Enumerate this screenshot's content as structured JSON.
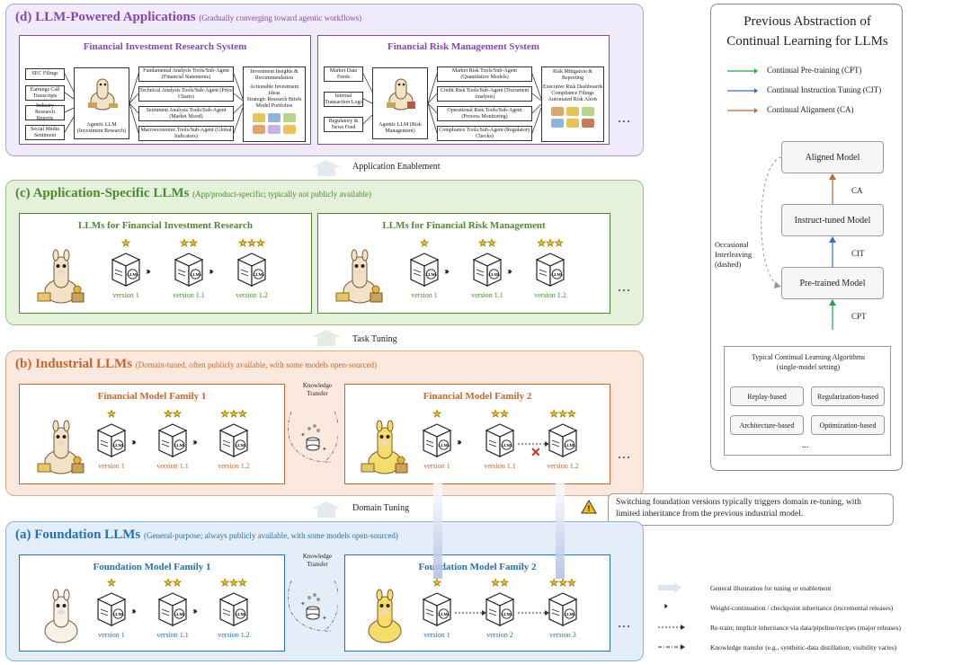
{
  "colors": {
    "purple": "#8a44b3",
    "green": "#4b8a2e",
    "orange": "#c8652d",
    "blue": "#2471b8",
    "cpt": "#22a84a",
    "cit": "#2a6fd1",
    "ca": "#c8652d"
  },
  "layer_d": {
    "title": "(d) LLM-Powered Applications",
    "subtitle": "(Gradually converging toward agentic workflows)",
    "invest": {
      "title": "Financial Investment Research System",
      "inputs": [
        "SEC Filings",
        "Earnings Call Transcripts",
        "Industry Research Reports",
        "Social Media Sentiment"
      ],
      "agent": "Agentic LLM (Investment Research)",
      "tools": [
        "Fundamental Analysis Tools/Sub-Agent (Financial Statements)",
        "Technical Analysis Tools/Sub-Agent (Price Charts)",
        "Sentiment Analysis Tools/Sub-Agent (Market Mood)",
        "Macroeconomic Tools/Sub-Agent (Global Indicators)"
      ],
      "output_title": "Investment Insights & Recommendation",
      "output_items": [
        "Actionable Investment Ideas",
        "Strategic Research Briefs",
        "Model Portfolios"
      ]
    },
    "risk": {
      "title": "Financial Risk Management System",
      "inputs": [
        "Market Data Feeds",
        "Internal Transaction Logs",
        "Regulatory & News Feed"
      ],
      "agent": "Agentic LLM (Risk Management)",
      "tools": [
        "Market Risk Tools/Sub-Agent (Quantitative Models)",
        "Credit Risk Tools/Sub-Agent (Document Analysis)",
        "Operational Risk Tools/Sub-Agent (Process Monitoring)",
        "Compliance Tools/Sub-Agent (Regulatory Checks)"
      ],
      "output_title": "Risk Mitigation & Reporting",
      "output_items": [
        "Executive Risk Dashboards",
        "Compliance Filings",
        "Automated Risk Alerts"
      ]
    },
    "ellipsis": "..."
  },
  "arrow_app": "Application Enablement",
  "layer_c": {
    "title": "(c) Application-Specific LLMs",
    "subtitle": "(App/product-specific; typically not publicly available)",
    "left_title": "LLMs for Financial Investment Research",
    "right_title": "LLMs for Financial Risk Management",
    "versions": [
      "version 1",
      "version 1.1",
      "version 1.2"
    ],
    "ellipsis": "..."
  },
  "arrow_task": "Task Tuning",
  "layer_b": {
    "title": "(b) Industrial LLMs",
    "subtitle": "(Domain-tuned, often publicly available, with some models open-sourced)",
    "left_title": "Financial Model Family 1",
    "right_title": "Financial Model Family 2",
    "versions_left": [
      "version 1",
      "version 1.1",
      "version 1.2"
    ],
    "versions_right": [
      "version 1",
      "version 1.1",
      "version 1.2"
    ],
    "transfer": "Knowledge Transfer",
    "ellipsis": "..."
  },
  "arrow_domain": "Domain Tuning",
  "warning": "Switching foundation versions typically triggers domain re-tuning, with limited inheritance from the previous industrial model.",
  "layer_a": {
    "title": "(a) Foundation LLMs",
    "subtitle": "(General-purpose; always publicly available, with some models open-sourced)",
    "left_title": "Foundation Model Family 1",
    "right_title": "Foundation Model Family 2",
    "versions_left": [
      "version 1",
      "version 1.1",
      "version 1.2"
    ],
    "versions_right": [
      "version 1",
      "version 2",
      "version 3"
    ],
    "transfer": "Knowledge Transfer",
    "ellipsis": "..."
  },
  "cube_label": "LLMs",
  "side": {
    "title": "Previous Abstraction of Continual Learning for LLMs",
    "legend": [
      "Continual Pre-training (CPT)",
      "Continual Instruction Tuning (CIT)",
      "Continual Alignment (CA)"
    ],
    "models": [
      "Aligned Model",
      "Instruct-tuned Model",
      "Pre-trained Model"
    ],
    "edge_labels": [
      "CA",
      "CIT",
      "CPT"
    ],
    "interleave": "Occasional Interleaving (dashed)",
    "algos_title": "Typical Continual Learning Algorithms (single-model setting)",
    "algos": [
      "Replay-based",
      "Regularization-based",
      "Architecture-based",
      "Optimization-based"
    ],
    "algos_more": "..."
  },
  "legend_bottom": [
    "General illustration for tuning or enablement",
    "Weight-continuation / checkpoint inheritance (incremental releases)",
    "Re-train; implicit inheritance via data/pipeline/recipes (major releases)",
    "Knowledge transfer (e.g., synthetic-data distillation; visibility varies)"
  ]
}
